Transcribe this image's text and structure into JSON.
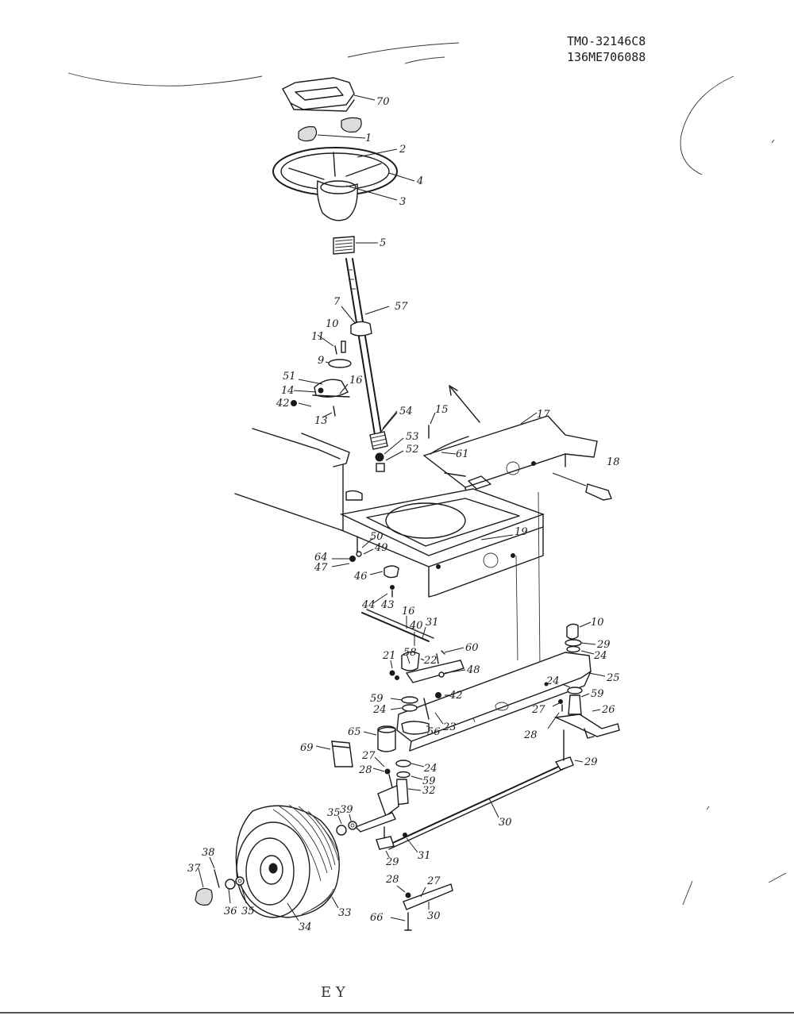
{
  "header": {
    "model_line_1": "TMO-32146C8",
    "model_line_2": "136ME706088"
  },
  "footer": {
    "mark": "E Y"
  },
  "callouts": {
    "p70": "70",
    "p1": "1",
    "p2": "2",
    "p4": "4",
    "p3": "3",
    "p5": "5",
    "p7": "7",
    "p57": "57",
    "p10a": "10",
    "p11": "11",
    "p9": "9",
    "p51": "51",
    "p16a": "16",
    "p14": "14",
    "p42a": "42",
    "p13": "13",
    "p54": "54",
    "p15": "15",
    "p17": "17",
    "p53": "53",
    "p52": "52",
    "p61": "61",
    "p18": "18",
    "p19": "19",
    "p50": "50",
    "p49": "49",
    "p64": "64",
    "p47": "47",
    "p46": "46",
    "p44": "44",
    "p43": "43",
    "p16b": "16",
    "p31a": "31",
    "p40": "40",
    "p10b": "10",
    "p29a": "29",
    "p24a": "24",
    "p60": "60",
    "p21": "21",
    "p58": "58",
    "p22": "22",
    "p48": "48",
    "p25": "25",
    "p24b": "24",
    "p59a": "59",
    "p42b": "42",
    "p59b": "59",
    "p24c": "24",
    "p27a": "27",
    "p26": "26",
    "p56": "56",
    "p23": "23",
    "p28a": "28",
    "p65": "65",
    "p69": "69",
    "p29b": "29",
    "p27b": "27",
    "p28b": "28",
    "p24d": "24",
    "p59c": "59",
    "p32": "32",
    "p30a": "30",
    "p35a": "35",
    "p39": "39",
    "p38": "38",
    "p37": "37",
    "p29c": "29",
    "p31b": "31",
    "p36": "36",
    "p35b": "35",
    "p34": "34",
    "p33": "33",
    "p28c": "28",
    "p27c": "27",
    "p66": "66",
    "p30b": "30"
  }
}
